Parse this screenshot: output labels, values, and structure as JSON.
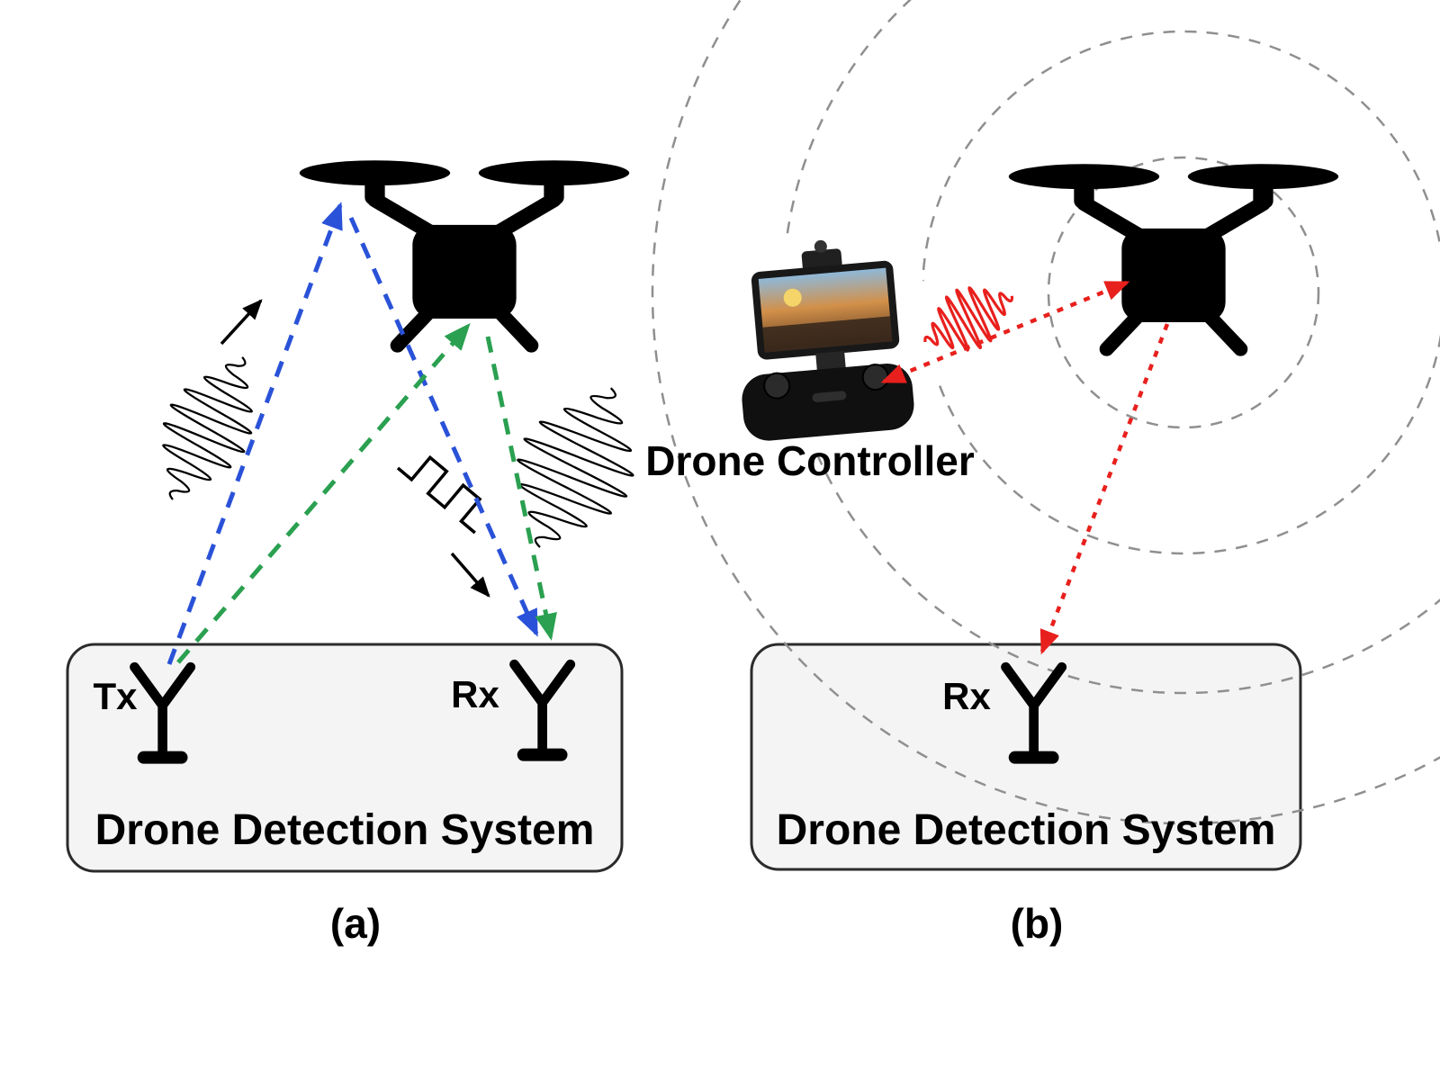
{
  "figure": {
    "panel_a": {
      "caption": "(a)",
      "tx_label": "Tx",
      "rx_label": "Rx",
      "system_label": "Drone Detection System"
    },
    "panel_b": {
      "caption": "(b)",
      "rx_label": "Rx",
      "system_label": "Drone Detection System",
      "controller_label": "Drone Controller"
    },
    "colors": {
      "transmit_path": "#2a52d8",
      "echo_path": "#2aa050",
      "rf_link": "#e8201d",
      "ring": "#8f8f8f",
      "box_fill": "#f4f4f4",
      "box_stroke": "#2b2b2b",
      "ink": "#000000"
    },
    "icons": {
      "drone": "drone-icon",
      "antenna": "antenna-icon",
      "controller": "drone-controller-icon",
      "chirp_wave": "chirp-wave-icon",
      "pulse_wave": "pulse-wave-icon",
      "signal_rings": "signal-rings-icon"
    }
  }
}
